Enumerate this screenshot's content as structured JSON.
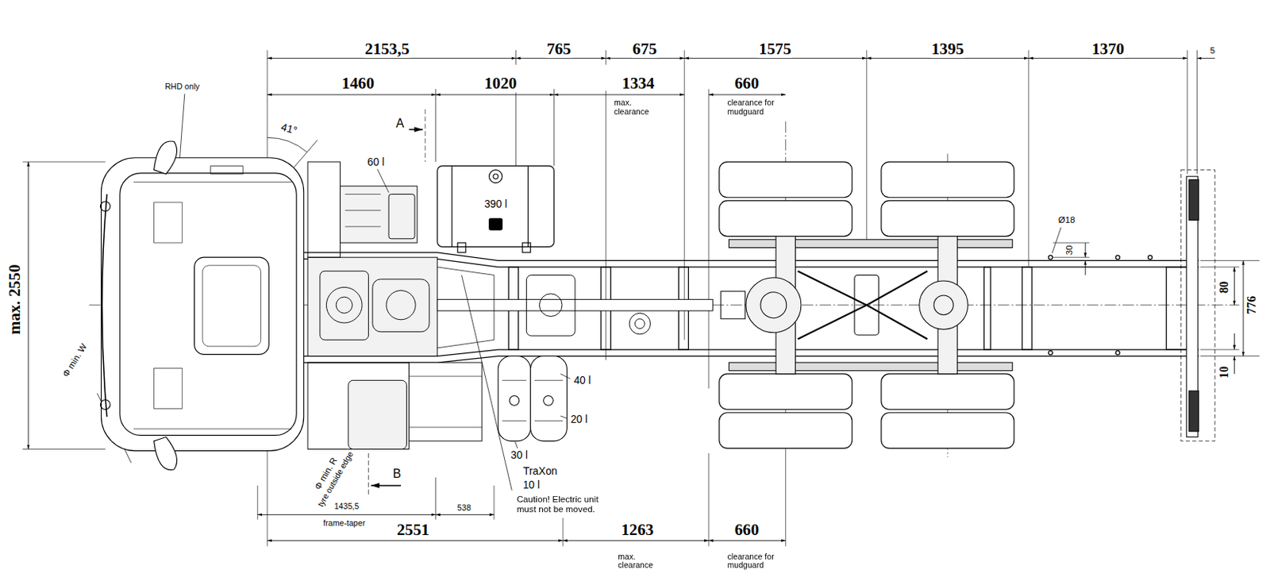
{
  "diagram": {
    "labels": [
      "2153,5",
      "765",
      "675",
      "1575",
      "1395",
      "1370",
      "5",
      "1460",
      "1020",
      "1334",
      "max. clearance",
      "660",
      "clearance for mudguard",
      "RHD only",
      "41°",
      "A",
      "60 l",
      "390 l",
      "max. 2550",
      "Φ min. W",
      "Φ min. R",
      "tyre outside edge",
      "B",
      "1435,5",
      "538",
      "frame-taper",
      "2551",
      "1263",
      "max. clearance",
      "660",
      "clearance for mudguard",
      "40 l",
      "20 l",
      "30 l",
      "TraXon",
      "10 l",
      "Caution! Electric unit must not be moved.",
      "Ø18",
      "30",
      "80",
      "776",
      "10"
    ]
  }
}
